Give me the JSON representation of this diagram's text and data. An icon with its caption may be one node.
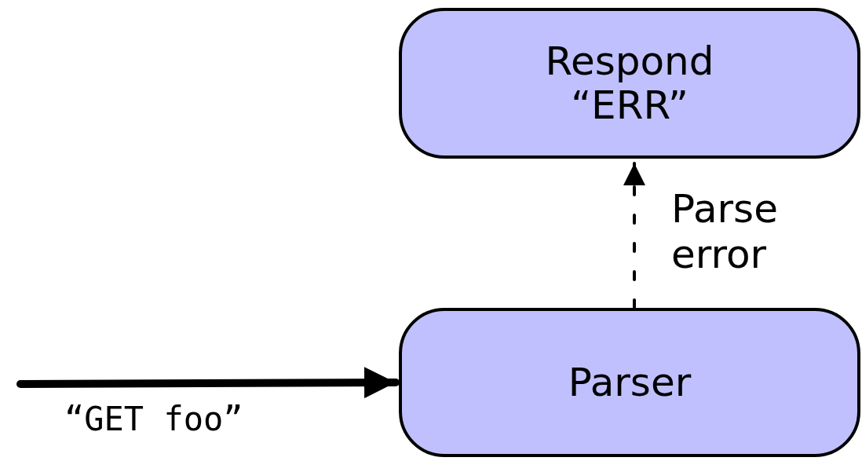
{
  "diagram": {
    "nodes": [
      {
        "text": [
          "Respond “ERR”"
        ]
      },
      {
        "text": [
          "Parser"
        ]
      }
    ],
    "edges": [
      {
        "from": null,
        "to": 1,
        "arrow": "to",
        "label": "“GET foo”",
        "style": "thick"
      },
      {
        "from": 1,
        "to": 0,
        "arrow": "to",
        "label": "Parse error",
        "style": "dashed"
      }
    ]
  }
}
